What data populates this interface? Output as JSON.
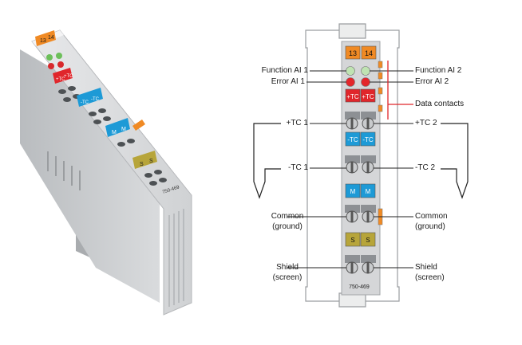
{
  "photo": {
    "terminal_numbers": [
      "13",
      "14"
    ],
    "channel_labels": {
      "plus_tc": "+TC",
      "minus_tc": "-TC",
      "common": "M",
      "shield": "S"
    },
    "model": "750-469"
  },
  "schematic": {
    "terminal_numbers": [
      "13",
      "14"
    ],
    "model": "750-469",
    "block_labels": {
      "plus_tc": "+TC",
      "minus_tc": "-TC",
      "common": "M",
      "shield": "S"
    },
    "labels_left": {
      "function_ai1": "Function AI 1",
      "error_ai1": "Error AI 1",
      "plus_tc1": "+TC 1",
      "minus_tc1": "-TC 1",
      "common_line1": "Common",
      "common_line2": "(ground)",
      "shield_line1": "Shield",
      "shield_line2": "(screen)"
    },
    "labels_right": {
      "function_ai2": "Function AI 2",
      "error_ai2": "Error AI 2",
      "data_contacts": "Data contacts",
      "plus_tc2": "+TC 2",
      "minus_tc2": "-TC 2",
      "common_line1": "Common",
      "common_line2": "(ground)",
      "shield_line1": "Shield",
      "shield_line2": "(screen)"
    },
    "colors": {
      "orange": "#f08a24",
      "red": "#e0262b",
      "blue": "#1d9ad6",
      "olive": "#b7a53a",
      "green_led": "#bfe3b2",
      "red_led": "#e3262b"
    }
  }
}
